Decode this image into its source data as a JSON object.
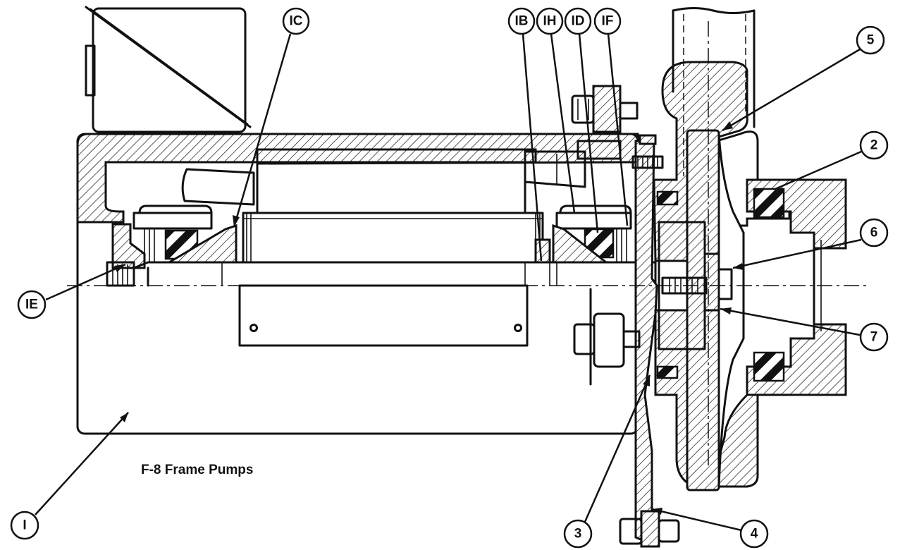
{
  "caption": "F-8 Frame Pumps",
  "callouts": [
    {
      "id": "1",
      "label": "I"
    },
    {
      "id": "1b",
      "label": "IB"
    },
    {
      "id": "1c",
      "label": "IC"
    },
    {
      "id": "1d",
      "label": "ID"
    },
    {
      "id": "1e",
      "label": "IE"
    },
    {
      "id": "1f",
      "label": "IF"
    },
    {
      "id": "1h",
      "label": "IH"
    },
    {
      "id": "2",
      "label": "2"
    },
    {
      "id": "3",
      "label": "3"
    },
    {
      "id": "4",
      "label": "4"
    },
    {
      "id": "5",
      "label": "5"
    },
    {
      "id": "6",
      "label": "6"
    },
    {
      "id": "7",
      "label": "7"
    }
  ],
  "colors": {
    "ink": "#111111",
    "paper": "#ffffff"
  }
}
